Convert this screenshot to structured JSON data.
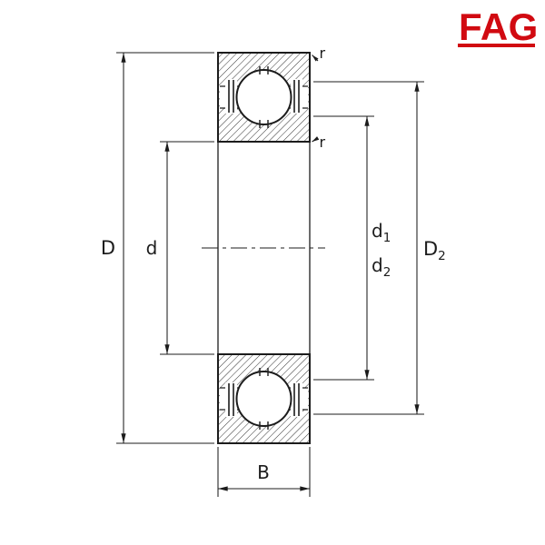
{
  "brand": {
    "logo_text": "FAG",
    "color": "#d10a11"
  },
  "drawing": {
    "line_color": "#1c1c1c",
    "background": "#ffffff",
    "labels": {
      "outer_diameter": "D",
      "bore_diameter": "d",
      "d1_base": "d",
      "d1_sub": "1",
      "d2_base": "d",
      "d2_sub": "2",
      "D2_base": "D",
      "D2_sub": "2",
      "width": "B",
      "radius_outer": "r",
      "radius_inner": "r"
    }
  }
}
